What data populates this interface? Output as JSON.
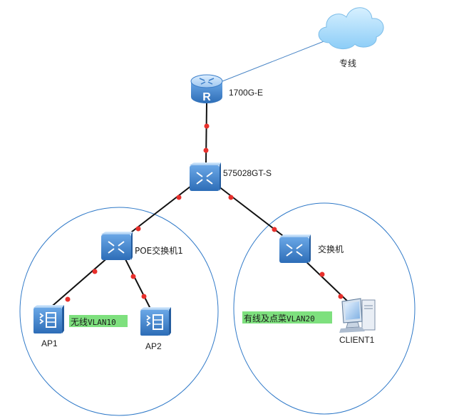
{
  "nodes": {
    "cloud": {
      "label": "专线",
      "icon": "cloud-icon"
    },
    "router": {
      "label": "1700G-E",
      "icon": "router-icon",
      "glyph": "R"
    },
    "core_switch": {
      "label": "575028GT-S",
      "icon": "switch-icon"
    },
    "poe_switch": {
      "label": "POE交换机1",
      "icon": "switch-icon"
    },
    "switch": {
      "label": "交换机",
      "icon": "switch-icon"
    },
    "ap1": {
      "label": "AP1",
      "icon": "access-point-icon"
    },
    "ap2": {
      "label": "AP2",
      "icon": "access-point-icon"
    },
    "client1": {
      "label": "CLIENT1",
      "icon": "computer-icon"
    }
  },
  "tags": {
    "wireless": {
      "prefix": "无线",
      "vlan": "VLAN10"
    },
    "wired": {
      "prefix": "有线及点菜",
      "vlan": "VLAN20"
    }
  },
  "colors": {
    "device_blue": "#3d7fc9",
    "link_black": "#111111",
    "link_blue": "#4a86c6",
    "port_red": "#e8302c",
    "ellipse_blue": "#2f79c8",
    "tag_green": "#7ee07e",
    "cloud_blue": "#a9dcfb"
  }
}
